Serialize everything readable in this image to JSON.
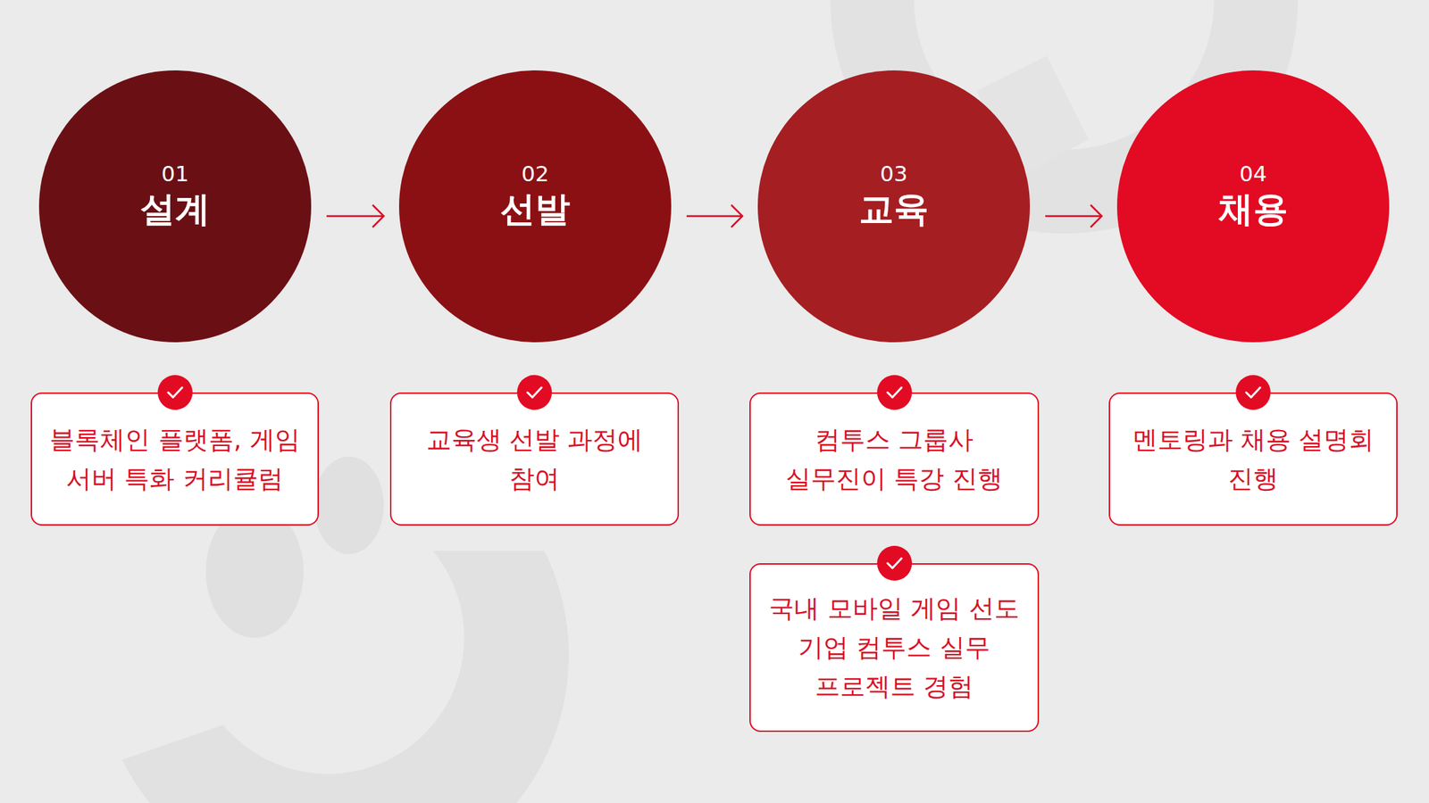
{
  "diagram": {
    "nodes": [
      {
        "text": [
          "01",
          "설계"
        ]
      },
      {
        "text": [
          "02",
          "선발"
        ]
      },
      {
        "text": [
          "03",
          "교육"
        ]
      },
      {
        "text": [
          "04",
          "채용"
        ]
      },
      {
        "text": [
          "블록체인 플랫폼, 게임 서버 특화 커리큘럼"
        ]
      },
      {
        "text": [
          "교육생 선발 과정에 참여"
        ]
      },
      {
        "text": [
          "컴투스 그룹사 실무진이 특강 진행"
        ]
      },
      {
        "text": [
          "국내 모바일 게임 선도 기업 컴투스 실무 프로젝트 경험"
        ]
      },
      {
        "text": [
          "멘토링과 채용 설명회 진행"
        ]
      }
    ],
    "edges": [
      {
        "from": 0,
        "to": 1,
        "arrow": "to"
      },
      {
        "from": 1,
        "to": 2,
        "arrow": "to"
      },
      {
        "from": 2,
        "to": 3,
        "arrow": "to"
      }
    ]
  }
}
